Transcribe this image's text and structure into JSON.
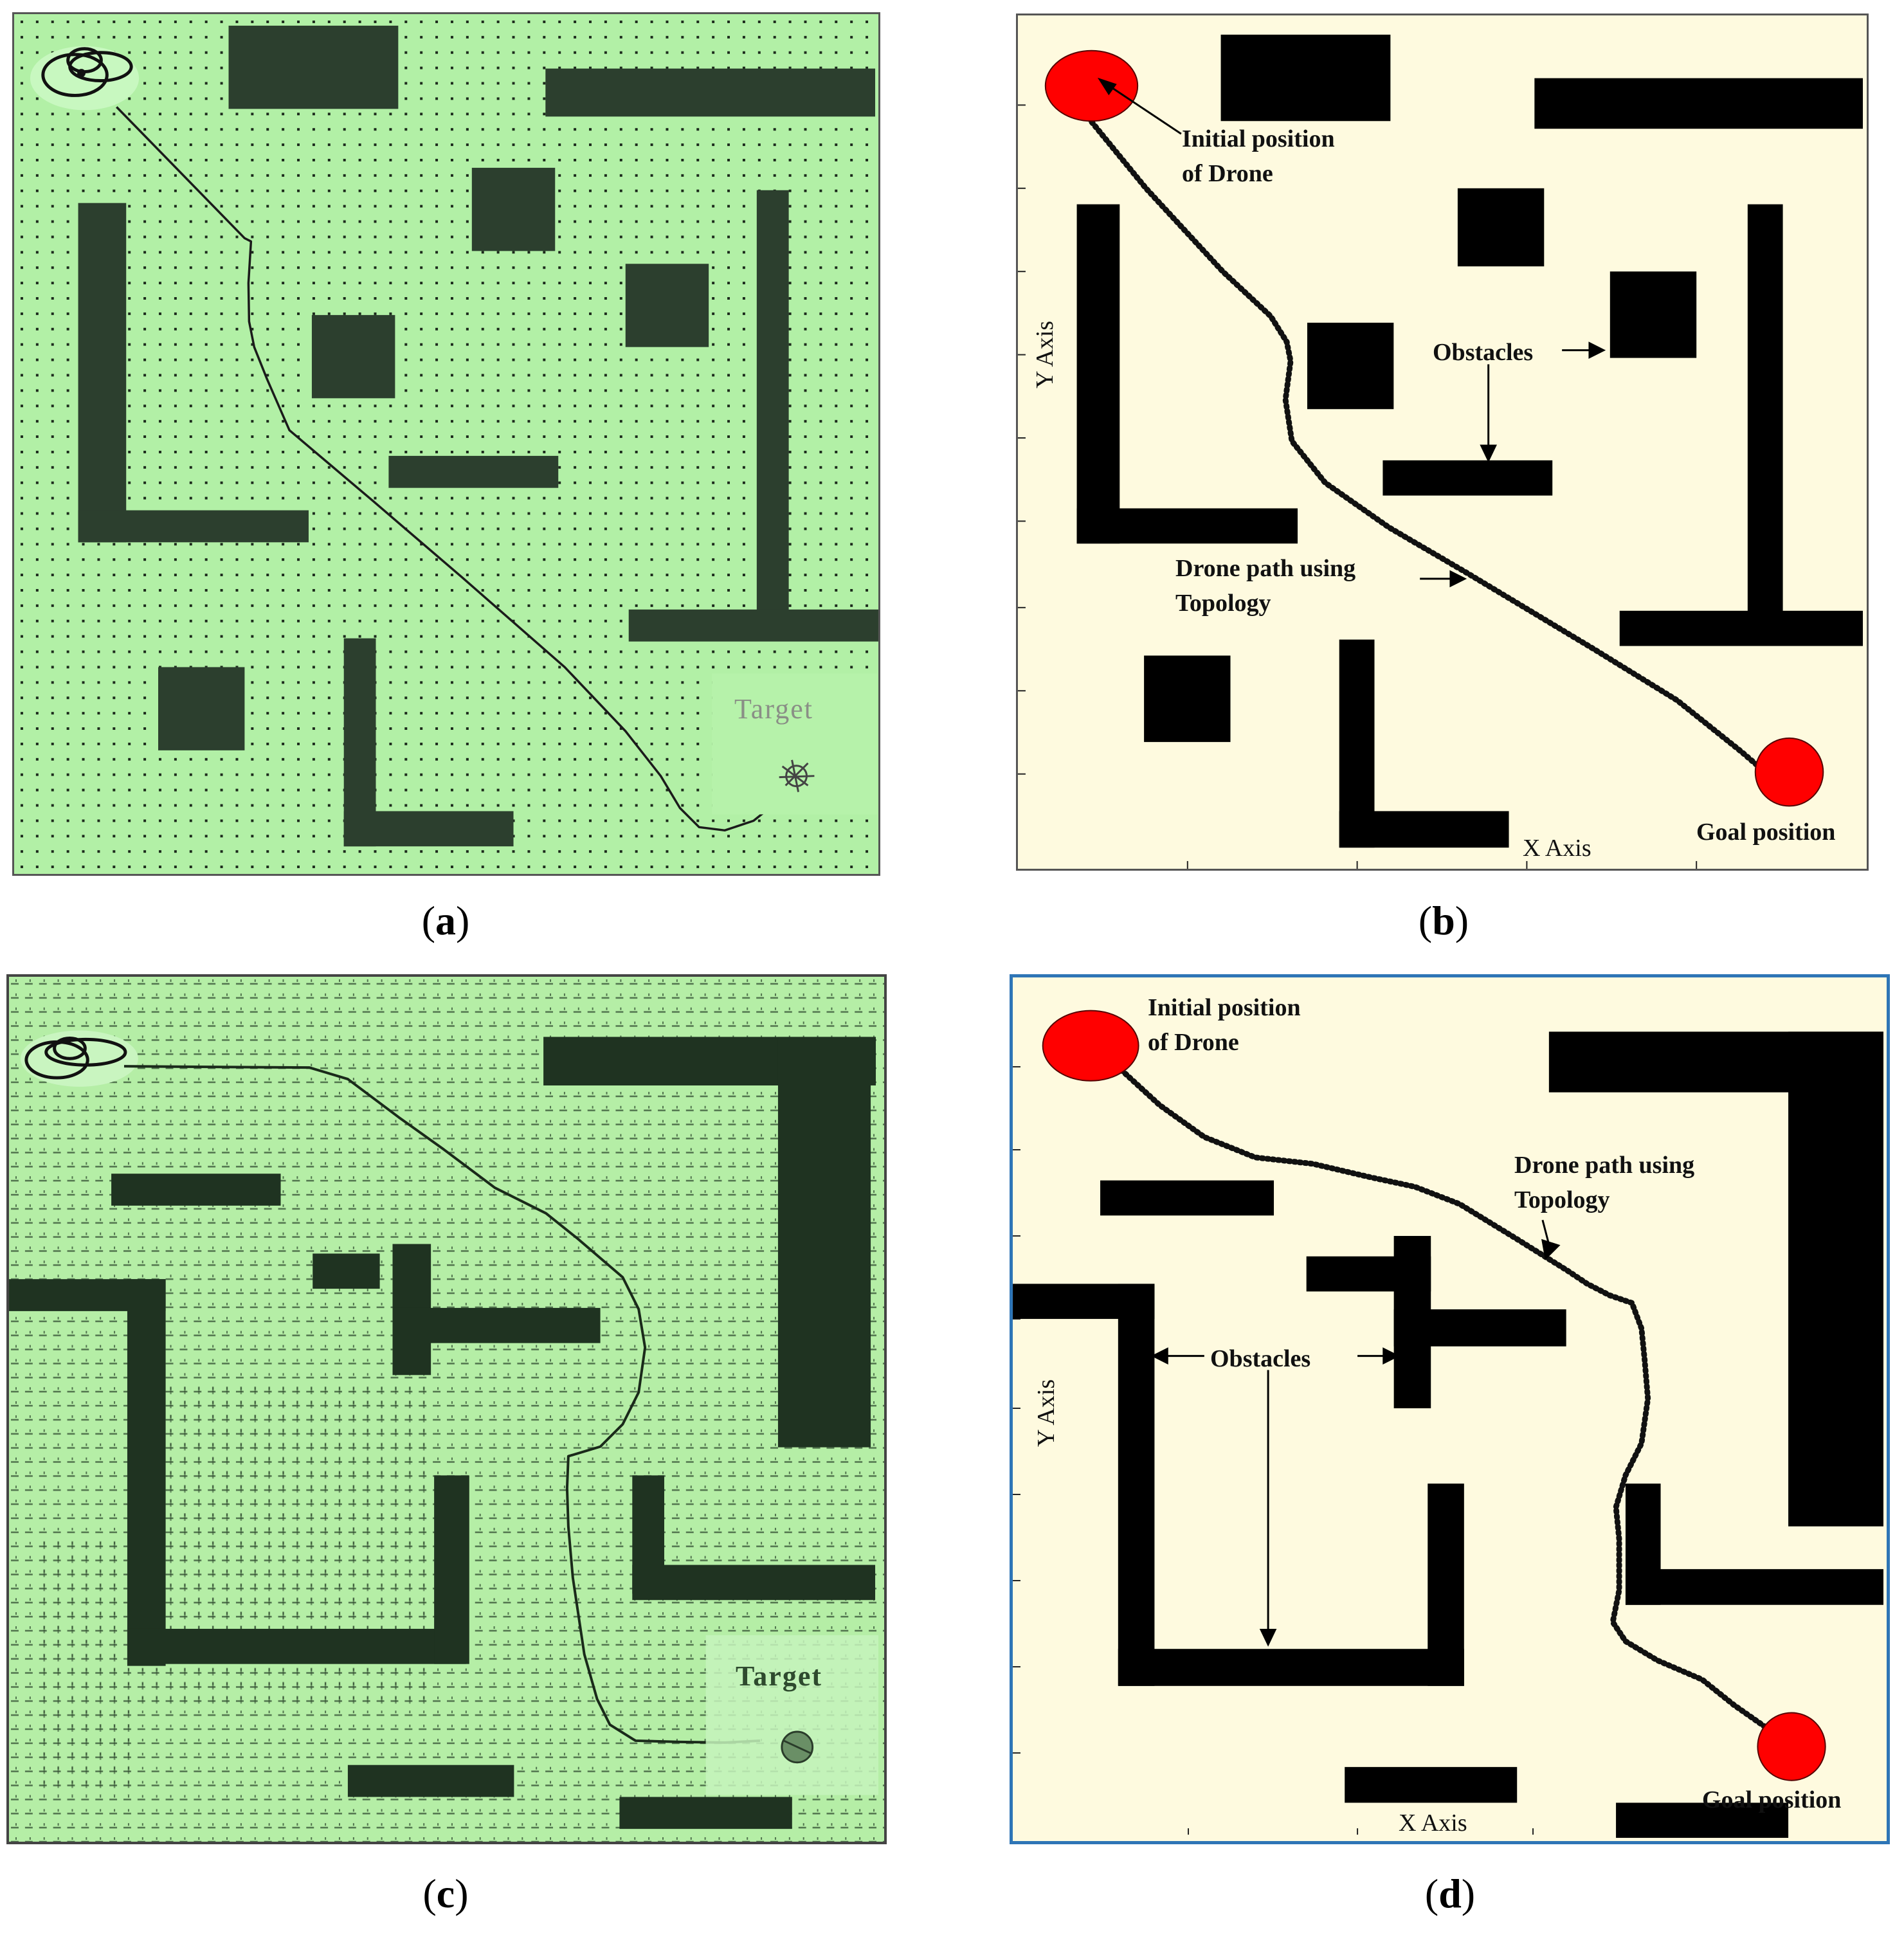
{
  "panels": {
    "a": {
      "caption": "a",
      "target_label": "Target"
    },
    "b": {
      "caption": "b",
      "initial_label": [
        "Initial position",
        "of Drone"
      ],
      "obstacles_label": "Obstacles",
      "path_label": [
        "Drone path using",
        "Topology"
      ],
      "goal_label": "Goal position",
      "x_axis": "X Axis",
      "y_axis": "Y Axis"
    },
    "c": {
      "caption": "c",
      "target_label": "Target"
    },
    "d": {
      "caption": "d",
      "initial_label": [
        "Initial position",
        "of Drone"
      ],
      "obstacles_label": "Obstacles",
      "path_label": [
        "Drone path using",
        "Topology"
      ],
      "goal_label": "Goal position",
      "x_axis": "X Axis",
      "y_axis": "Y Axis"
    }
  },
  "colors": {
    "green_bg_a": "#b2f0a6",
    "green_bg_c": "#b5eea6",
    "obstacle_green": "#2c3f2e",
    "cream_bg": "#fefadf",
    "obstacle_black": "#000000",
    "marker_red": "#ff0000",
    "frame_blue": "#2e75b6"
  }
}
